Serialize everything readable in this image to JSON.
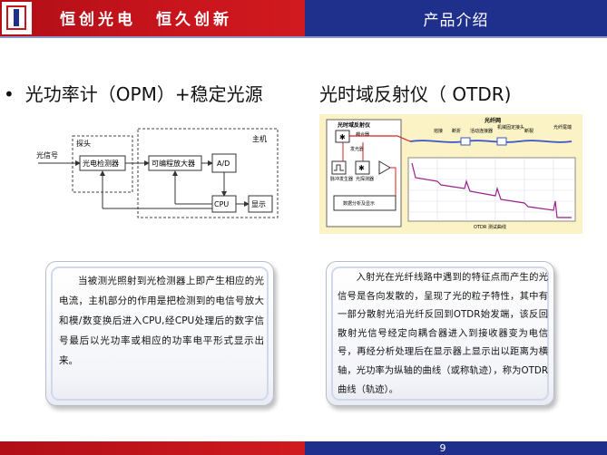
{
  "header": {
    "slogan": [
      "恒创光电",
      "恒久创新"
    ],
    "section_title": "产品介绍"
  },
  "left": {
    "heading": "光功率计（OPM）+稳定光源",
    "bullet": "•",
    "diagram": {
      "input_label": "光信号",
      "probe_label": "探头",
      "detector_label": "光电检测器",
      "amplifier_label": "可编程放大器",
      "adc_label": "A/D",
      "cpu_label": "CPU",
      "display_label": "显示",
      "host_label": "主机"
    },
    "description": "当被测光照射到光检测器上即产生相应的光电流，主机部分的作用是把检测到的电信号放大和模/数变换后进入CPU,经CPU处理后的数字信号最后以光功率或相应的功率电平形式显示出来。"
  },
  "right": {
    "heading": "光时域反射仪（ OTDR)",
    "figure": {
      "device_label": "光时域反射仪",
      "network_label": "光纤网",
      "coupler_label": "耦合器",
      "laser_label": "发光器",
      "pulse_label": "脉冲发生器",
      "detector_label": "光探测器",
      "processing_label": "数据分析及显示",
      "trace_label": "OTDR 测试曲线",
      "event_labels": [
        "熔接",
        "断折",
        "活动连接器",
        "机械固定接头",
        "断裂",
        "光纤尾端"
      ]
    },
    "description": "入射光在光纤线路中遇到的特征点而产生的光信号是各向发散的，呈现了光的粒子特性，其中有一部分散射光沿光纤反回到OTDR始发端，该反回散射光信号经定向耦合器进入到接收器变为电信号，再经分析处理后在显示器上显示出以距离为横轴，光功率为纵轴的曲线（或称轨迹），称为OTDR曲线（轨迹）。"
  },
  "footer": {
    "page_number": "9"
  },
  "colors": {
    "red": "#c8141c",
    "blue": "#1f2f8c"
  }
}
